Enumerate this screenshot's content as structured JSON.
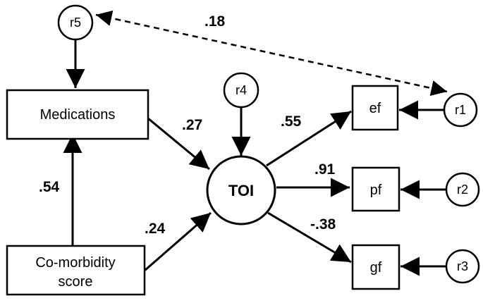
{
  "nodes": {
    "medications": "Medications",
    "comorbidity_line1": "Co-morbidity",
    "comorbidity_line2": "score",
    "toi": "TOI",
    "ef": "ef",
    "pf": "pf",
    "gf": "gf"
  },
  "residuals": {
    "r1": "r1",
    "r2": "r2",
    "r3": "r3",
    "r4": "r4",
    "r5": "r5"
  },
  "coefficients": {
    "r5_r1_covariance": ".18",
    "comorbidity_to_medications": ".54",
    "medications_to_toi": ".27",
    "comorbidity_to_toi": ".24",
    "toi_to_ef": ".55",
    "toi_to_pf": ".91",
    "toi_to_gf": "-.38"
  }
}
